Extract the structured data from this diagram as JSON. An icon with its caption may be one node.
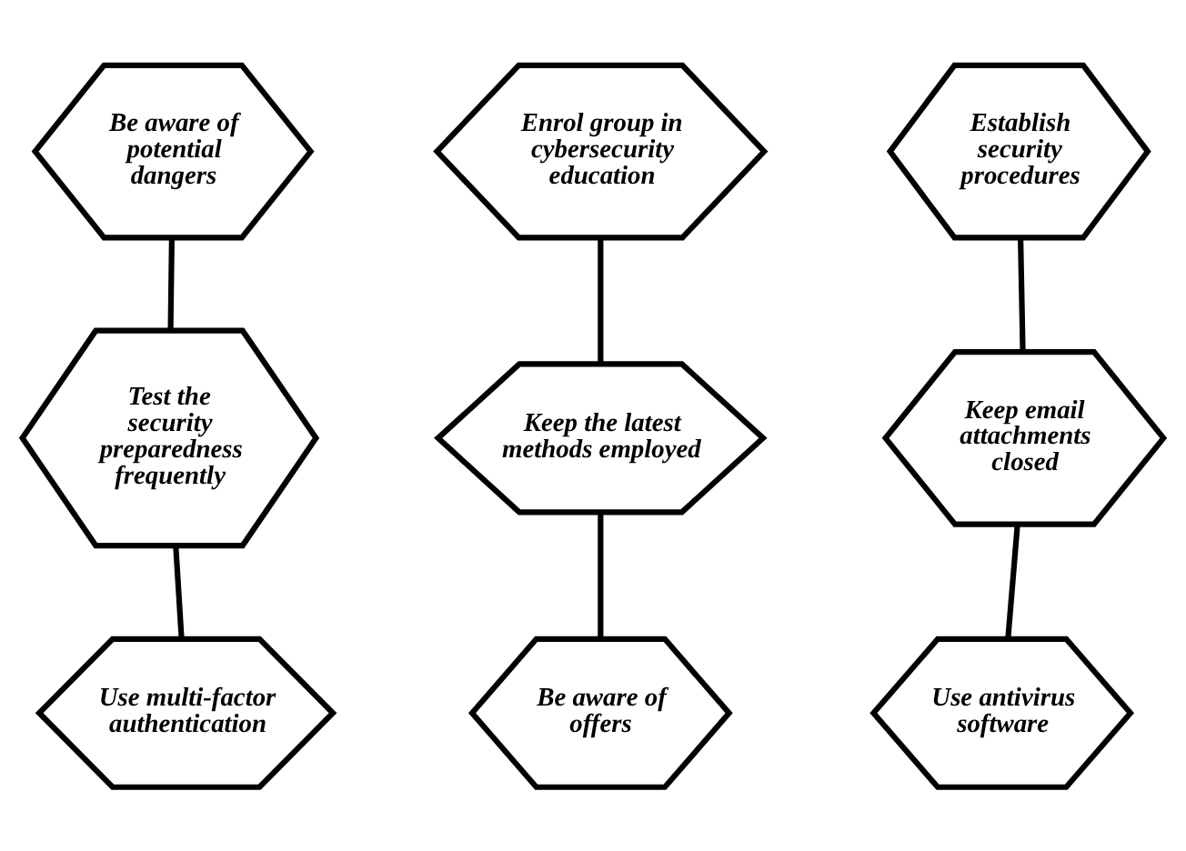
{
  "diagram": {
    "nodes": [
      {
        "text": [
          "Be aware of potential dangers"
        ]
      },
      {
        "text": [
          "Enrol group in cybersecurity education"
        ]
      },
      {
        "text": [
          "Establish security procedures"
        ]
      },
      {
        "text": [
          "Test the security preparedness frequently"
        ]
      },
      {
        "text": [
          "Keep the latest methods employed"
        ]
      },
      {
        "text": [
          "Keep email attachments closed"
        ]
      },
      {
        "text": [
          "Use multi-factor authentication"
        ]
      },
      {
        "text": [
          "Be aware of offers"
        ]
      },
      {
        "text": [
          "Use antivirus software"
        ]
      }
    ],
    "edges": [
      {
        "from": 0,
        "to": 3,
        "arrow": "none"
      },
      {
        "from": 3,
        "to": 6,
        "arrow": "none"
      },
      {
        "from": 1,
        "to": 4,
        "arrow": "none"
      },
      {
        "from": 4,
        "to": 7,
        "arrow": "none"
      },
      {
        "from": 2,
        "to": 5,
        "arrow": "none"
      },
      {
        "from": 5,
        "to": 8,
        "arrow": "none"
      }
    ]
  }
}
